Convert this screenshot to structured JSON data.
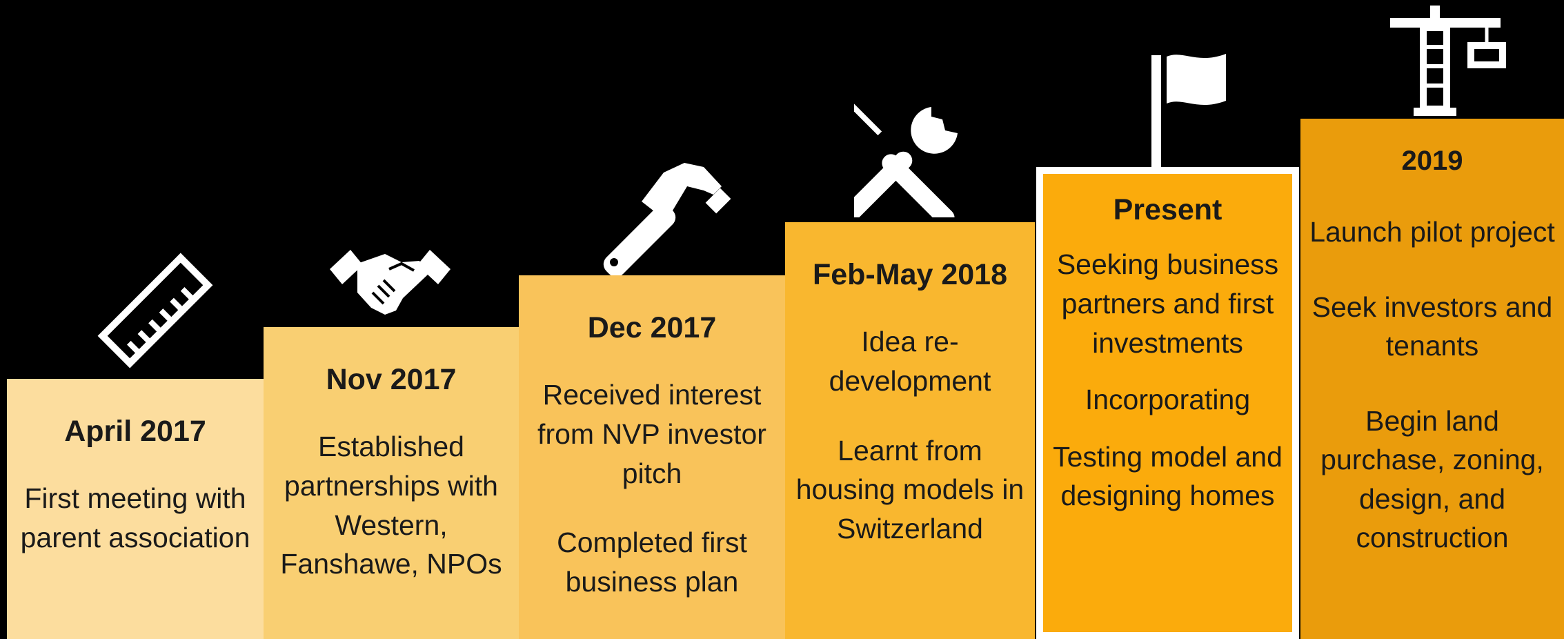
{
  "steps": [
    {
      "title": "April 2017",
      "items": [
        "First meeting with parent association"
      ],
      "icon": "ruler-icon"
    },
    {
      "title": "Nov 2017",
      "items": [
        "Established partnerships with Western, Fanshawe, NPOs"
      ],
      "icon": "handshake-icon"
    },
    {
      "title": "Dec 2017",
      "items": [
        "Received interest from NVP investor pitch",
        "Completed first business plan"
      ],
      "icon": "hammer-icon"
    },
    {
      "title": "Feb-May 2018",
      "items": [
        "Idea re-development",
        "Learnt from housing models in Switzerland"
      ],
      "icon": "tools-icon"
    },
    {
      "title": "Present",
      "items": [
        "Seeking business partners and first investments",
        "Incorporating",
        "Testing model and designing homes"
      ],
      "icon": "flag-icon"
    },
    {
      "title": "2019",
      "items": [
        "Launch pilot project",
        "Seek investors and tenants",
        "Begin land purchase, zoning, design, and construction"
      ],
      "icon": "crane-icon"
    }
  ],
  "colors": {
    "background": "#000000",
    "step1": "#fcdd9e",
    "step2": "#f9cf72",
    "step3": "#f9c35a",
    "step4": "#f9b72f",
    "step5": "#fbab0c",
    "step6": "#ea9c0c",
    "highlight_border": "#ffffff"
  }
}
